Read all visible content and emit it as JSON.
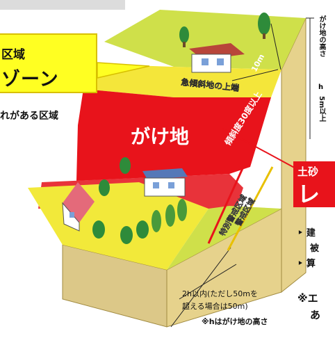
{
  "zone_callout": {
    "top_text": "区域",
    "main_text": "ゾーン",
    "sub_text": "れがある区域"
  },
  "scene_labels": {
    "cliff_badge": "がけ地",
    "ten_m": "10m",
    "top_edge": "急傾斜地の上端",
    "slope_angle": "傾斜度30度以上",
    "special_zone": "特別警戒区域",
    "warning_zone": "警戒区域",
    "distance_note_1": "2h以内(ただし50mを",
    "distance_note_2": "超える場合は50m)",
    "height_note": "※hはがけ地の高さ"
  },
  "right_panel": {
    "vertical_label_1": "がけ地の高さ",
    "vertical_label_2": "h",
    "vertical_label_3": "5m以上",
    "badge_top": "土砂",
    "badge_main": "レ",
    "bullet_1": "‣ 建",
    "bullet_1b": "被",
    "bullet_2": "‣ 算",
    "note_1": "※エ",
    "note_2": "あ"
  },
  "colors": {
    "red_zone": "#e8131b",
    "yellow_zone": "#f2e93a",
    "grass": "#b7d63a",
    "soil": "#e9d9a0",
    "badge_red": "#e8131b",
    "callout_yellow": "#ffff22"
  }
}
